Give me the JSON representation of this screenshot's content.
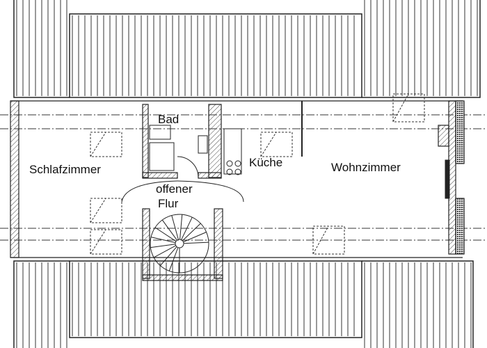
{
  "rooms": {
    "bad": "Bad",
    "schlafzimmer": "Schlafzimmer",
    "flur_line1": "offener",
    "flur_line2": "Flur",
    "kueche": "Küche",
    "wohnzimmer": "Wohnzimmer"
  },
  "colors": {
    "line": "#222222",
    "hatch": "#444444",
    "background": "#ffffff"
  }
}
